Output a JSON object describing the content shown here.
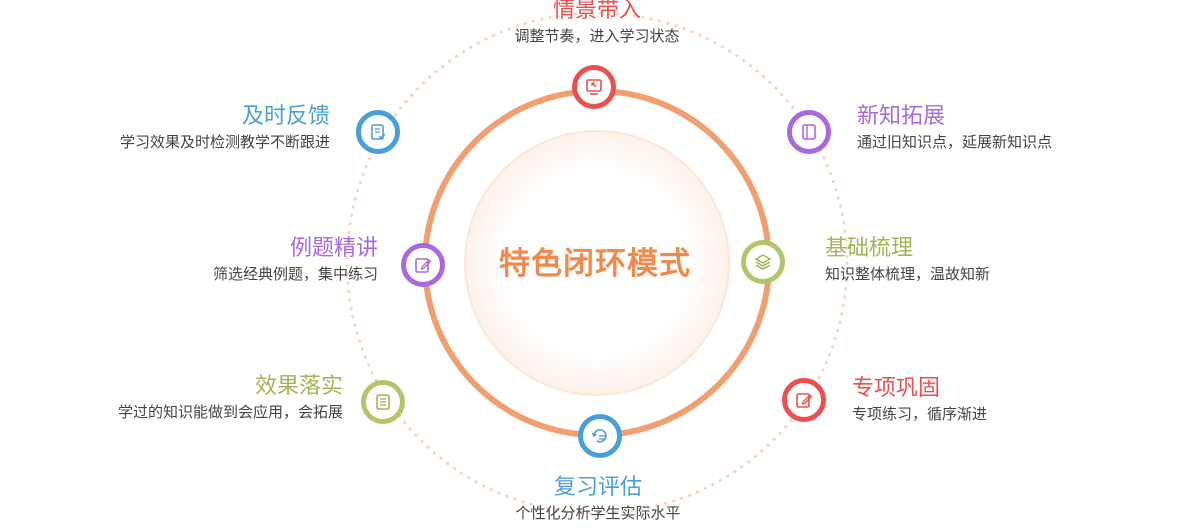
{
  "center": {
    "title": "特色闭环模式"
  },
  "colors": {
    "ring": "#f0a070",
    "red": "#e9504f",
    "purple": "#a869e0",
    "green": "#b4c46a",
    "blue": "#4a9fd8"
  },
  "steps": [
    {
      "title": "情景带入",
      "desc": "调整节奏，进入学习状态",
      "color": "red",
      "icon": "monitor-icon"
    },
    {
      "title": "新知拓展",
      "desc": "通过旧知识点，延展新知识点",
      "color": "purple",
      "icon": "book-icon"
    },
    {
      "title": "基础梳理",
      "desc": "知识整体梳理，温故知新",
      "color": "green",
      "icon": "layers-icon"
    },
    {
      "title": "专项巩固",
      "desc": "专项练习，循序渐进",
      "color": "red",
      "icon": "edit-icon"
    },
    {
      "title": "复习评估",
      "desc": "个性化分析学生实际水平",
      "color": "blue",
      "icon": "review-icon"
    },
    {
      "title": "效果落实",
      "desc": "学过的知识能做到会应用，会拓展",
      "color": "green",
      "icon": "document-icon"
    },
    {
      "title": "例题精讲",
      "desc": "筛选经典例题，集中练习",
      "color": "purple",
      "icon": "pencil-icon"
    },
    {
      "title": "及时反馈",
      "desc": "学习效果及时检测教学不断跟进",
      "color": "blue",
      "icon": "feedback-icon"
    }
  ]
}
